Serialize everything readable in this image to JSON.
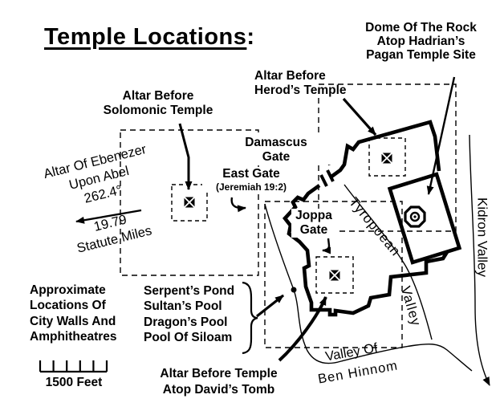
{
  "title": {
    "text": "Temple Locations",
    "colon": ":"
  },
  "labels": {
    "dome": [
      "Dome Of The Rock",
      "Atop Hadrian’s",
      "Pagan Temple Site"
    ],
    "herod": [
      "Altar Before",
      "Herod’s Temple"
    ],
    "solomonic": [
      "Altar Before",
      "Solomonic Temple"
    ],
    "damascus": [
      "Damascus",
      "Gate"
    ],
    "east_gate": {
      "name": "East Gate",
      "ref": "(Jeremiah 19:2)"
    },
    "joppa": [
      "Joppa",
      "Gate"
    ],
    "ebenezer": {
      "line1": "Altar Of Ebenezer",
      "line2": "Upon Abel",
      "line3": "262.4°",
      "line4": "19.79",
      "line5": "Statute Miles"
    },
    "pools": [
      "Serpent’s Pond",
      "Sultan’s Pool",
      "Dragon’s Pool",
      "Pool Of Siloam"
    ],
    "david": [
      "Altar Before Temple",
      "Atop David’s Tomb"
    ],
    "legend": [
      "Approximate",
      "Locations Of",
      "City Walls And",
      "Amphitheatres"
    ],
    "scale": "1500 Feet",
    "valleys": {
      "tyropoean": "Tyropoean",
      "tyropoean2": "Valley",
      "kidron": "Kidron Valley",
      "hinnom1": "Valley Of",
      "hinnom2": "Ben Hinnom"
    }
  },
  "markers": {
    "altar_symbol": "crossed-box-icon",
    "dome_symbol": "circled-dot-icon"
  },
  "colors": {
    "ink": "#000000",
    "background": "#ffffff"
  }
}
